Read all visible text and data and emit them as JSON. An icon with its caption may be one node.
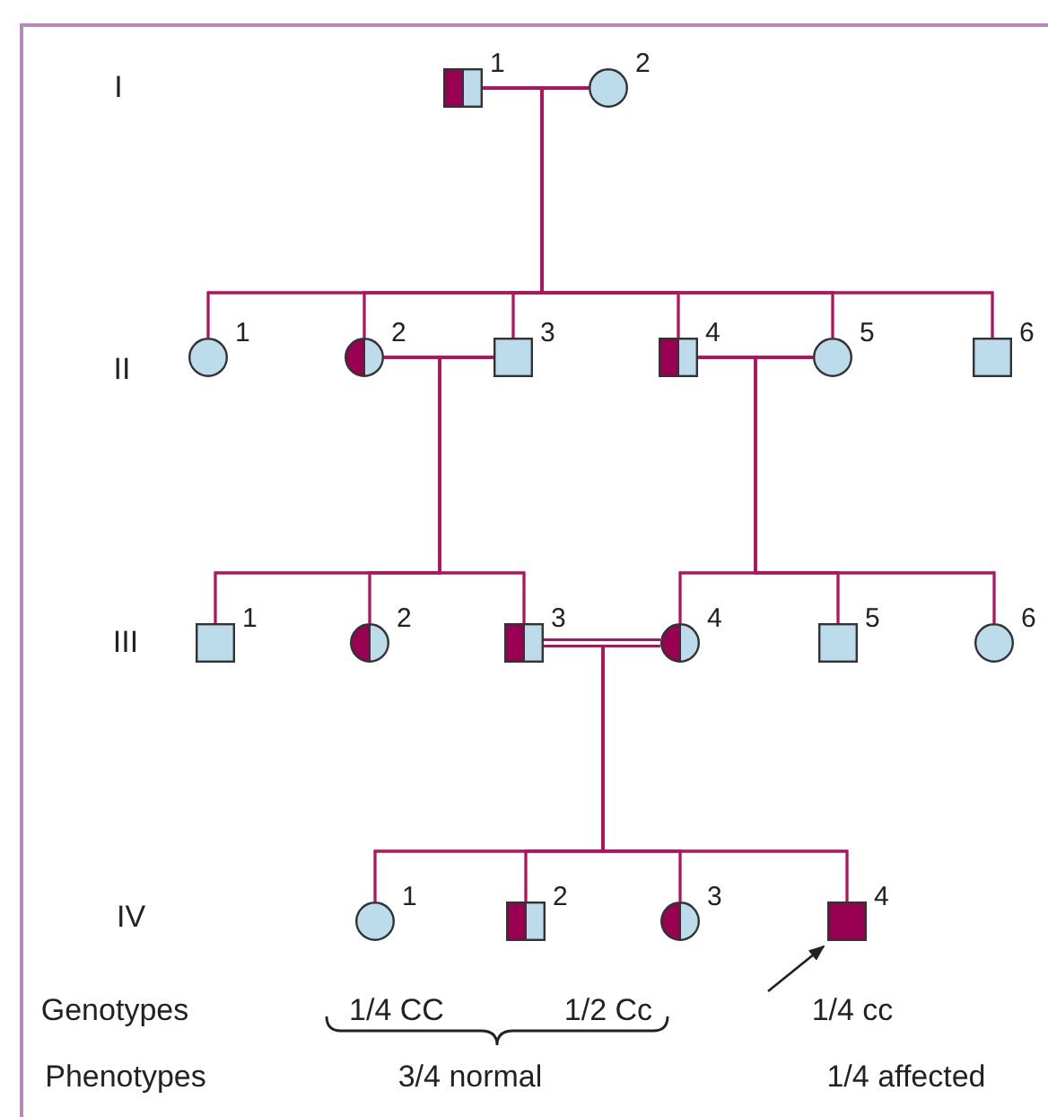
{
  "diagram": {
    "nodes": [
      {
        "text": [],
        "shape": "box",
        "beside": [
          "1"
        ]
      },
      {
        "text": [],
        "shape": "circle",
        "beside": [
          "2"
        ]
      },
      {
        "text": [],
        "shape": "circle",
        "beside": [
          "1"
        ]
      },
      {
        "text": [],
        "shape": "circle",
        "beside": [
          "2"
        ]
      },
      {
        "text": [],
        "shape": "box",
        "beside": [
          "3"
        ]
      },
      {
        "text": [],
        "shape": "box",
        "beside": [
          "4"
        ]
      },
      {
        "text": [],
        "shape": "circle",
        "beside": [
          "5"
        ]
      },
      {
        "text": [],
        "shape": "box",
        "beside": [
          "6"
        ]
      },
      {
        "text": [],
        "shape": "box",
        "beside": [
          "1"
        ]
      },
      {
        "text": [],
        "shape": "circle",
        "beside": [
          "2"
        ]
      },
      {
        "text": [],
        "shape": "box",
        "beside": [
          "3"
        ]
      },
      {
        "text": [],
        "shape": "circle",
        "beside": [
          "4"
        ]
      },
      {
        "text": [],
        "shape": "box",
        "beside": [
          "5"
        ]
      },
      {
        "text": [],
        "shape": "circle",
        "beside": [
          "6"
        ]
      },
      {
        "text": [],
        "shape": "circle",
        "beside": [
          "1"
        ]
      },
      {
        "text": [],
        "shape": "box",
        "beside": [
          "2"
        ]
      },
      {
        "text": [],
        "shape": "circle",
        "beside": [
          "3"
        ]
      },
      {
        "text": [],
        "shape": "box",
        "beside": [
          "4"
        ]
      }
    ],
    "edges": [
      {
        "from": null,
        "to": 17,
        "arrow": "to",
        "color": "#222222"
      },
      {
        "from": 0,
        "to": 1,
        "arrow": "none"
      },
      {
        "from": 3,
        "to": 4,
        "arrow": "none"
      },
      {
        "from": 5,
        "to": 6,
        "arrow": "none"
      },
      {
        "from": 10,
        "to": 11,
        "arrow": "none",
        "style": "thick"
      },
      {
        "from": 0,
        "to": 2,
        "arrow": "none"
      },
      {
        "from": 0,
        "to": 3,
        "arrow": "none"
      },
      {
        "from": 0,
        "to": 4,
        "arrow": "none"
      },
      {
        "from": 0,
        "to": 5,
        "arrow": "none"
      },
      {
        "from": 0,
        "to": 6,
        "arrow": "none"
      },
      {
        "from": 0,
        "to": 7,
        "arrow": "none"
      },
      {
        "from": 1,
        "to": 2,
        "arrow": "none"
      },
      {
        "from": 1,
        "to": 3,
        "arrow": "none"
      },
      {
        "from": 1,
        "to": 4,
        "arrow": "none"
      },
      {
        "from": 1,
        "to": 5,
        "arrow": "none"
      },
      {
        "from": 1,
        "to": 6,
        "arrow": "none"
      },
      {
        "from": 1,
        "to": 7,
        "arrow": "none"
      },
      {
        "from": 3,
        "to": 8,
        "arrow": "none"
      },
      {
        "from": 3,
        "to": 9,
        "arrow": "none"
      },
      {
        "from": 3,
        "to": 10,
        "arrow": "none"
      },
      {
        "from": 4,
        "to": 8,
        "arrow": "none"
      },
      {
        "from": 4,
        "to": 9,
        "arrow": "none"
      },
      {
        "from": 4,
        "to": 10,
        "arrow": "none"
      },
      {
        "from": 5,
        "to": 11,
        "arrow": "none"
      },
      {
        "from": 5,
        "to": 12,
        "arrow": "none"
      },
      {
        "from": 5,
        "to": 13,
        "arrow": "none"
      },
      {
        "from": 6,
        "to": 11,
        "arrow": "none"
      },
      {
        "from": 6,
        "to": 12,
        "arrow": "none"
      },
      {
        "from": 6,
        "to": 13,
        "arrow": "none"
      },
      {
        "from": 10,
        "to": 14,
        "arrow": "none"
      },
      {
        "from": 10,
        "to": 15,
        "arrow": "none"
      },
      {
        "from": 10,
        "to": 16,
        "arrow": "none"
      },
      {
        "from": 10,
        "to": 17,
        "arrow": "none"
      },
      {
        "from": 11,
        "to": 14,
        "arrow": "none"
      },
      {
        "from": 11,
        "to": 15,
        "arrow": "none"
      },
      {
        "from": 11,
        "to": 16,
        "arrow": "none"
      },
      {
        "from": 11,
        "to": 17,
        "arrow": "none"
      }
    ],
    "labels": [
      "I",
      "II",
      "III",
      "IV",
      "Genotypes",
      "1/4 CC",
      "1/2 Cc",
      "1/4 cc",
      "Phenotypes",
      "3/4 normal",
      "1/4 affected"
    ]
  }
}
